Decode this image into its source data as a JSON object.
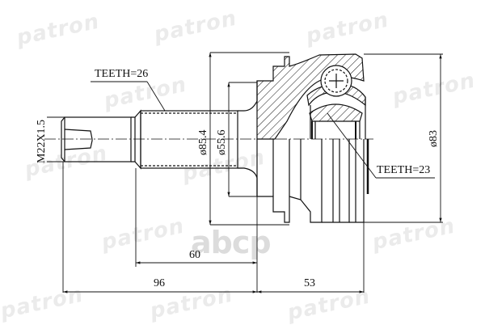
{
  "drawing": {
    "subject": "CV joint (outer) technical drawing",
    "callouts": {
      "teeth_shaft": "TEETH=26",
      "teeth_inner": "TEETH=23"
    },
    "diameters": {
      "thread": "M22X1.5",
      "d1": "ø85.4",
      "d2": "ø55.6",
      "outer": "ø83"
    },
    "lengths": {
      "l60": "60",
      "l96": "96",
      "l53": "53"
    }
  },
  "watermarks": {
    "brand": "patron",
    "store": "abcp"
  },
  "colors": {
    "line": "#111111",
    "watermark": "#ebebeb",
    "background": "#ffffff"
  }
}
